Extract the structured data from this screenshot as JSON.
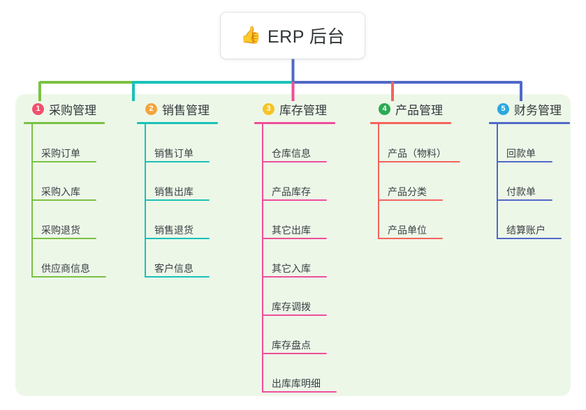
{
  "diagram": {
    "type": "organizational-tree",
    "root": {
      "icon": "thumbs-up-emoji",
      "emoji": "👍",
      "label": "ERP 后台"
    },
    "panel_background": "#edf7e8",
    "branches": [
      {
        "number": "1",
        "label": "采购管理",
        "badge_color": "#f0506e",
        "line_color": "#7ac143",
        "children": [
          {
            "label": "采购订单"
          },
          {
            "label": "采购入库"
          },
          {
            "label": "采购退货"
          },
          {
            "label": "供应商信息"
          }
        ]
      },
      {
        "number": "2",
        "label": "销售管理",
        "badge_color": "#f5a43c",
        "line_color": "#19c2b8",
        "children": [
          {
            "label": "销售订单"
          },
          {
            "label": "销售出库"
          },
          {
            "label": "销售退货"
          },
          {
            "label": "客户信息"
          }
        ]
      },
      {
        "number": "3",
        "label": "库存管理",
        "badge_color": "#f7c325",
        "line_color": "#ef4e9b",
        "children": [
          {
            "label": "仓库信息"
          },
          {
            "label": "产品库存"
          },
          {
            "label": "其它出库"
          },
          {
            "label": "其它入库"
          },
          {
            "label": "库存调拨"
          },
          {
            "label": "库存盘点"
          },
          {
            "label": "出库库明细"
          }
        ]
      },
      {
        "number": "4",
        "label": "产品管理",
        "badge_color": "#2aab54",
        "line_color": "#f4645c",
        "children": [
          {
            "label": "产品（物料）"
          },
          {
            "label": "产品分类"
          },
          {
            "label": "产品单位"
          }
        ]
      },
      {
        "number": "5",
        "label": "财务管理",
        "badge_color": "#2aa9e0",
        "line_color": "#5069c8",
        "children": [
          {
            "label": "回款单"
          },
          {
            "label": "付款单"
          },
          {
            "label": "结算账户"
          }
        ]
      }
    ],
    "connectors": {
      "stem_color": "#5069c8",
      "bus_segment_1_color": "#7ac143",
      "bus_segment_2_color": "#19c2b8",
      "bus_segment_3_color": "#5069c8"
    }
  }
}
